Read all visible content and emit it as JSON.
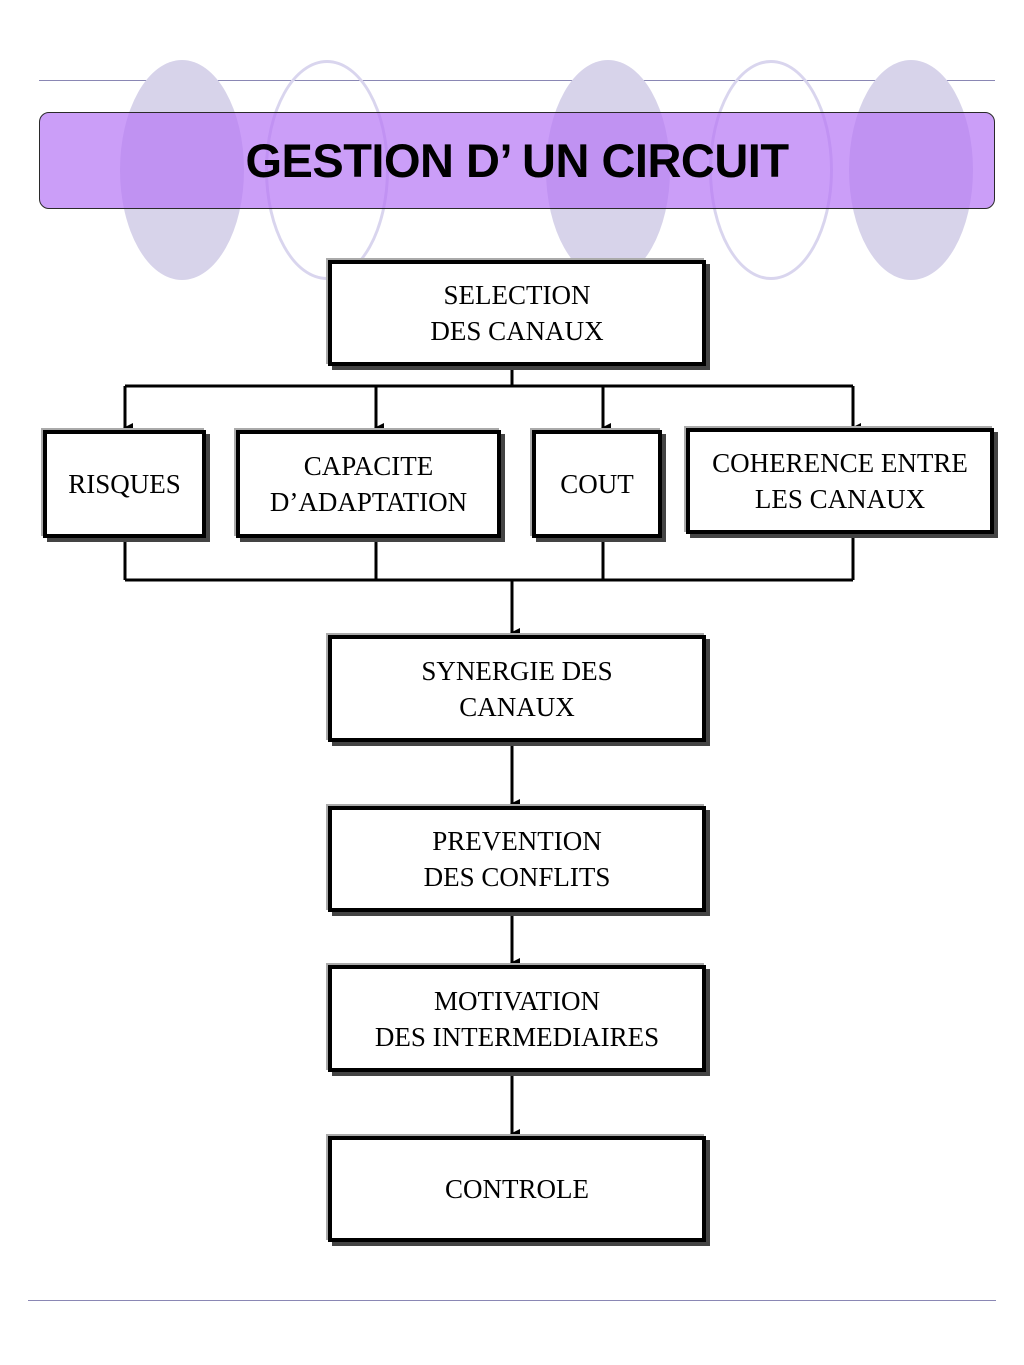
{
  "title": "GESTION D’ UN CIRCUIT",
  "nodes": {
    "selection": "SELECTION\nDES CANAUX",
    "risques": "RISQUES",
    "capacite": "CAPACITE\nD’ADAPTATION",
    "cout": "COUT",
    "coherence": "COHERENCE ENTRE\nLES CANAUX",
    "synergie": "SYNERGIE DES\nCANAUX",
    "prevention": "PREVENTION\nDES CONFLITS",
    "motivation": "MOTIVATION\nDES INTERMEDIAIRES",
    "controle": "CONTROLE"
  },
  "colors": {
    "title_fill": "#b778f5",
    "decor_circle": "#d7d3ea",
    "rule_line": "#8a87b4",
    "box_border": "#000000"
  }
}
